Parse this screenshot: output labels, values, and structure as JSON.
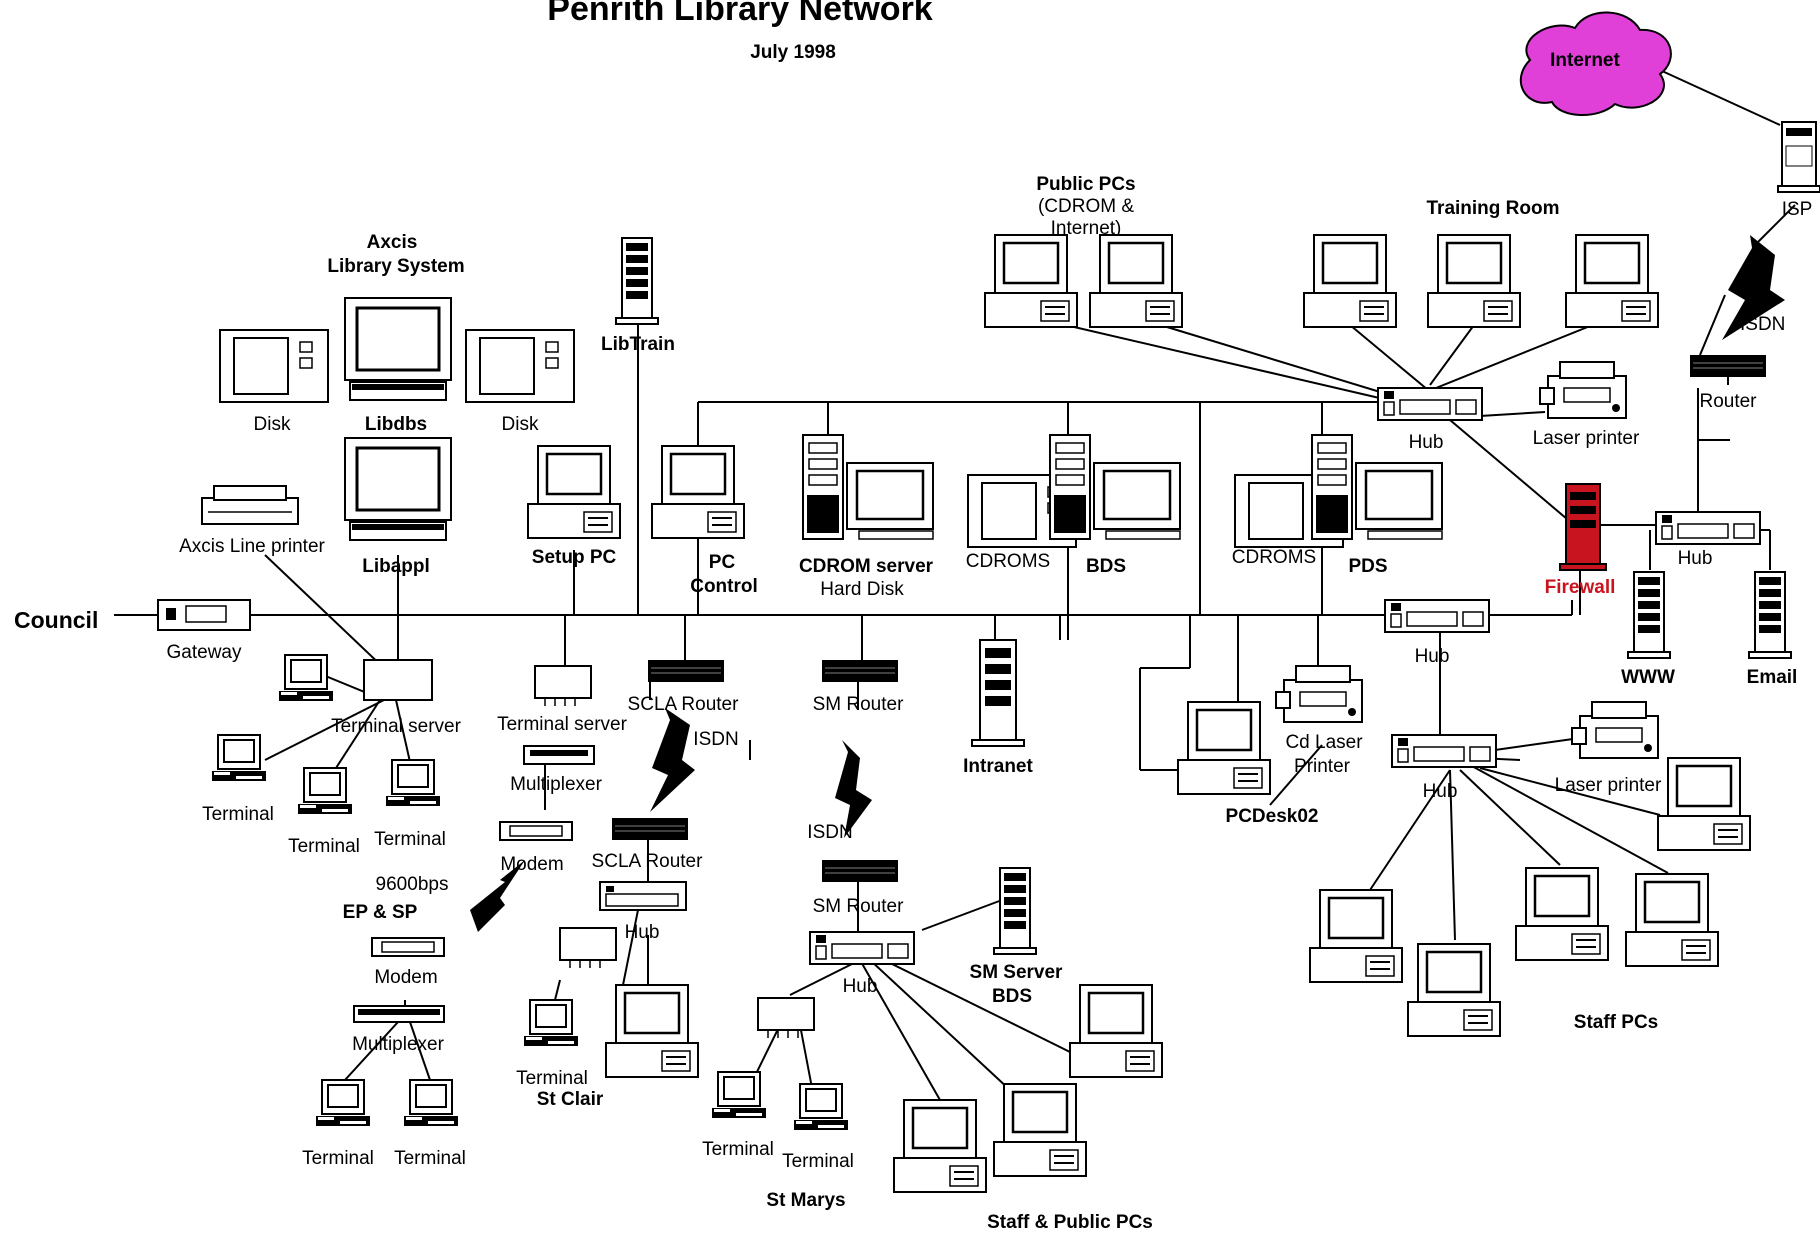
{
  "title": "Penrith Library Network",
  "date": "July 1998",
  "colors": {
    "internet": "#e040d8",
    "firewall": "#c8141e",
    "line": "#000000",
    "panel": "#dcdcdc"
  },
  "labels": {
    "internet": "Internet",
    "isp": "ISP",
    "isdn": "ISDN",
    "router": "Router",
    "public_pcs_1": "Public PCs",
    "public_pcs_2": "(CDROM &",
    "public_pcs_3": "Internet)",
    "training_room": "Training Room",
    "hub": "Hub",
    "laser_printer": "Laser printer",
    "firewall": "Firewall",
    "www": "WWW",
    "email": "Email",
    "axcis_1": "Axcis",
    "axcis_2": "Library System",
    "disk": "Disk",
    "libdbs": "Libdbs",
    "libappl": "Libappl",
    "libtrain": "LibTrain",
    "axcis_line_printer": "Axcis Line printer",
    "setup_pc": "Setup PC",
    "pc_control_1": "PC",
    "pc_control_2": "Control",
    "cdrom_server": "CDROM server",
    "hard_disk": "Hard Disk",
    "cdroms": "CDROMS",
    "bds": "BDS",
    "pds": "PDS",
    "council": "Council",
    "gateway": "Gateway",
    "terminal_server": "Terminal server",
    "terminal": "Terminal",
    "multiplexer": "Multiplexer",
    "modem": "Modem",
    "bps": "9600bps",
    "ep_sp": "EP & SP",
    "scla_router": "SCLA Router",
    "sm_router": "SM Router",
    "st_clair": "St Clair",
    "st_marys": "St Marys",
    "sm_server": "SM Server",
    "staff_public_pcs": "Staff & Public PCs",
    "intranet": "Intranet",
    "pcdesk02": "PCDesk02",
    "cd_laser_1": "Cd Laser",
    "cd_laser_2": "Printer",
    "staff_pcs": "Staff PCs"
  }
}
